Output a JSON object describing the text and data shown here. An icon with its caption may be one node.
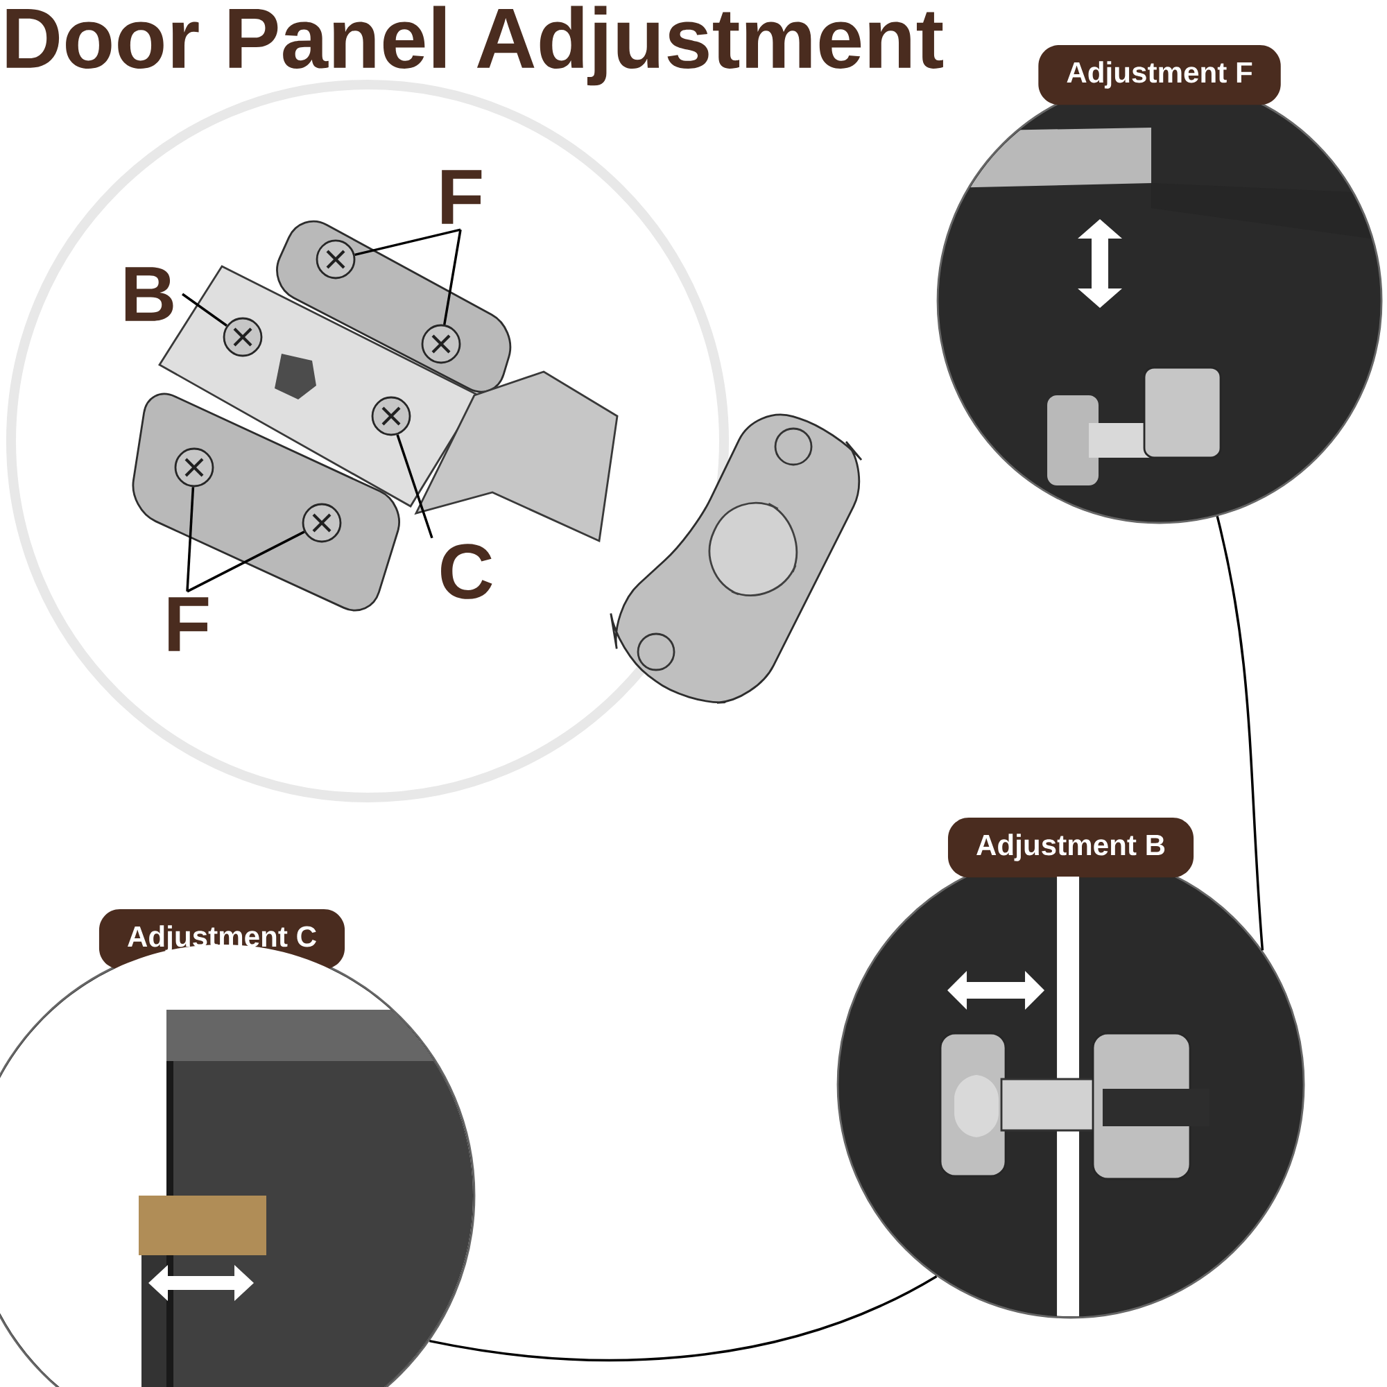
{
  "diagram": {
    "title": "Door Panel Adjustment",
    "nodes": [
      {
        "text": [
          "B"
        ]
      },
      {
        "text": [
          "F"
        ]
      },
      {
        "text": [
          "C"
        ]
      },
      {
        "text": [
          "F"
        ]
      },
      {
        "text": [],
        "shape": "circle"
      },
      {
        "text": [],
        "shape": "circle"
      },
      {
        "text": [],
        "shape": "circle"
      },
      {
        "text": [],
        "shape": "circle"
      },
      {
        "text": [],
        "shape": "circle"
      },
      {
        "text": [],
        "shape": "circle"
      },
      {
        "text": [
          "Adjustment F"
        ]
      },
      {
        "text": [
          "Adjustment B"
        ]
      },
      {
        "text": [
          "Adjustment C"
        ]
      }
    ],
    "edges": [
      {
        "from": 0,
        "to": 4,
        "arrow": "none"
      },
      {
        "from": 1,
        "to": 5,
        "arrow": "none"
      },
      {
        "from": 1,
        "to": 6,
        "arrow": "none"
      },
      {
        "from": 2,
        "to": 7,
        "arrow": "none"
      },
      {
        "from": 3,
        "to": 8,
        "arrow": "none"
      },
      {
        "from": 3,
        "to": 9,
        "arrow": "none"
      },
      {
        "from": 10,
        "to": 11,
        "arrow": "none"
      },
      {
        "from": 11,
        "to": 12,
        "arrow": "none"
      }
    ]
  }
}
